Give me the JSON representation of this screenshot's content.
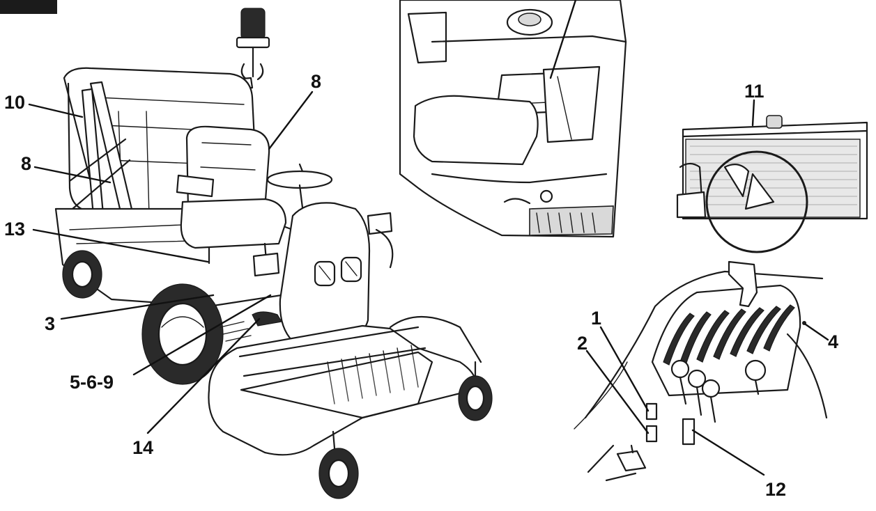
{
  "figure_tag": "",
  "callouts": {
    "c1": "1",
    "c2": "2",
    "c3": "3",
    "c4": "4",
    "c5_6_9": "5-6-9",
    "c8_left": "8",
    "c8_top": "8",
    "c10": "10",
    "c11": "11",
    "c12": "12",
    "c13": "13",
    "c14": "14"
  }
}
